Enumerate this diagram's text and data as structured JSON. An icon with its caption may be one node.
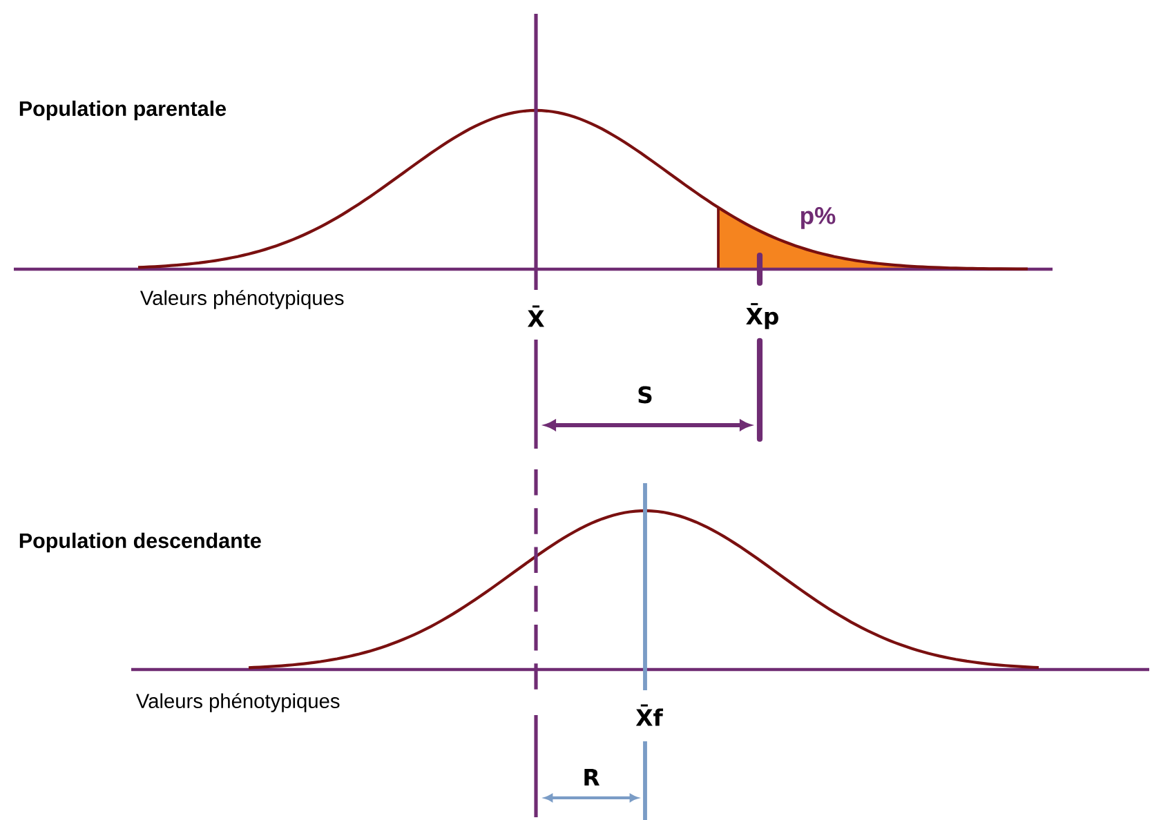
{
  "diagram": {
    "labels": [
      "Population parentale",
      "p%",
      "Valeurs phénotypiques",
      "X̄",
      "X̄p",
      "S",
      "Population descendante",
      "Valeurs phénotypiques",
      "X̄f",
      "R"
    ]
  }
}
